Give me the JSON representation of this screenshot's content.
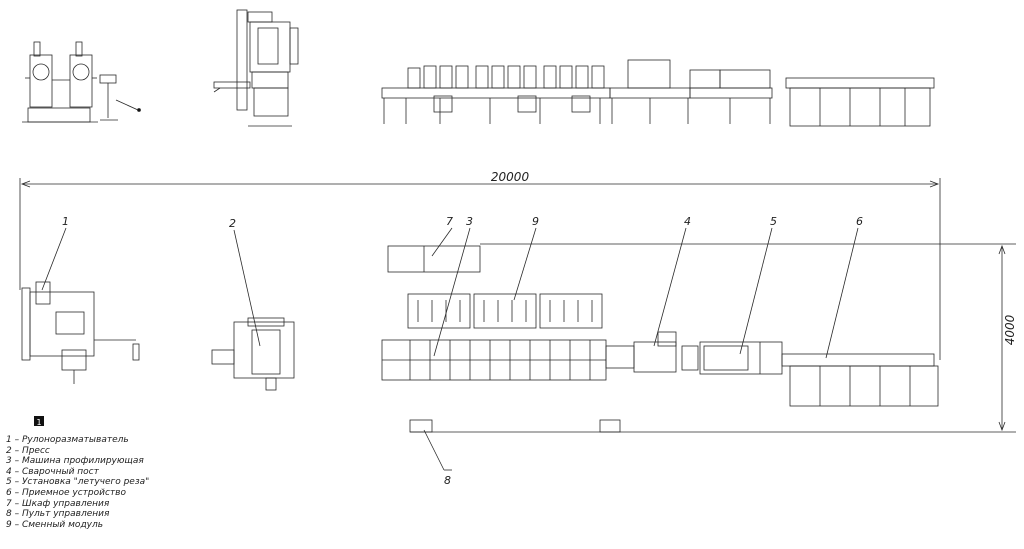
{
  "dimensions": {
    "length_label": "20000",
    "width_label": "4000"
  },
  "callouts": [
    "1",
    "2",
    "3",
    "4",
    "5",
    "6",
    "7",
    "8",
    "9"
  ],
  "legend_marker": "1",
  "legend": [
    "1  –  Рулоноразматыватель",
    " 2  –   Пресс",
    " 3  –  Машина профилирующая",
    " 4  –  Сварочный пост",
    " 5  –  Установка \"летучего реза\"",
    " 6  –  Приемное устройство",
    " 7  –  Шкаф управления",
    " 8  –  Пульт управления",
    "9  –  Сменный модуль"
  ],
  "colors": {
    "line": "#2a2a2a",
    "fill": "#ffffff",
    "dark": "#111111"
  }
}
